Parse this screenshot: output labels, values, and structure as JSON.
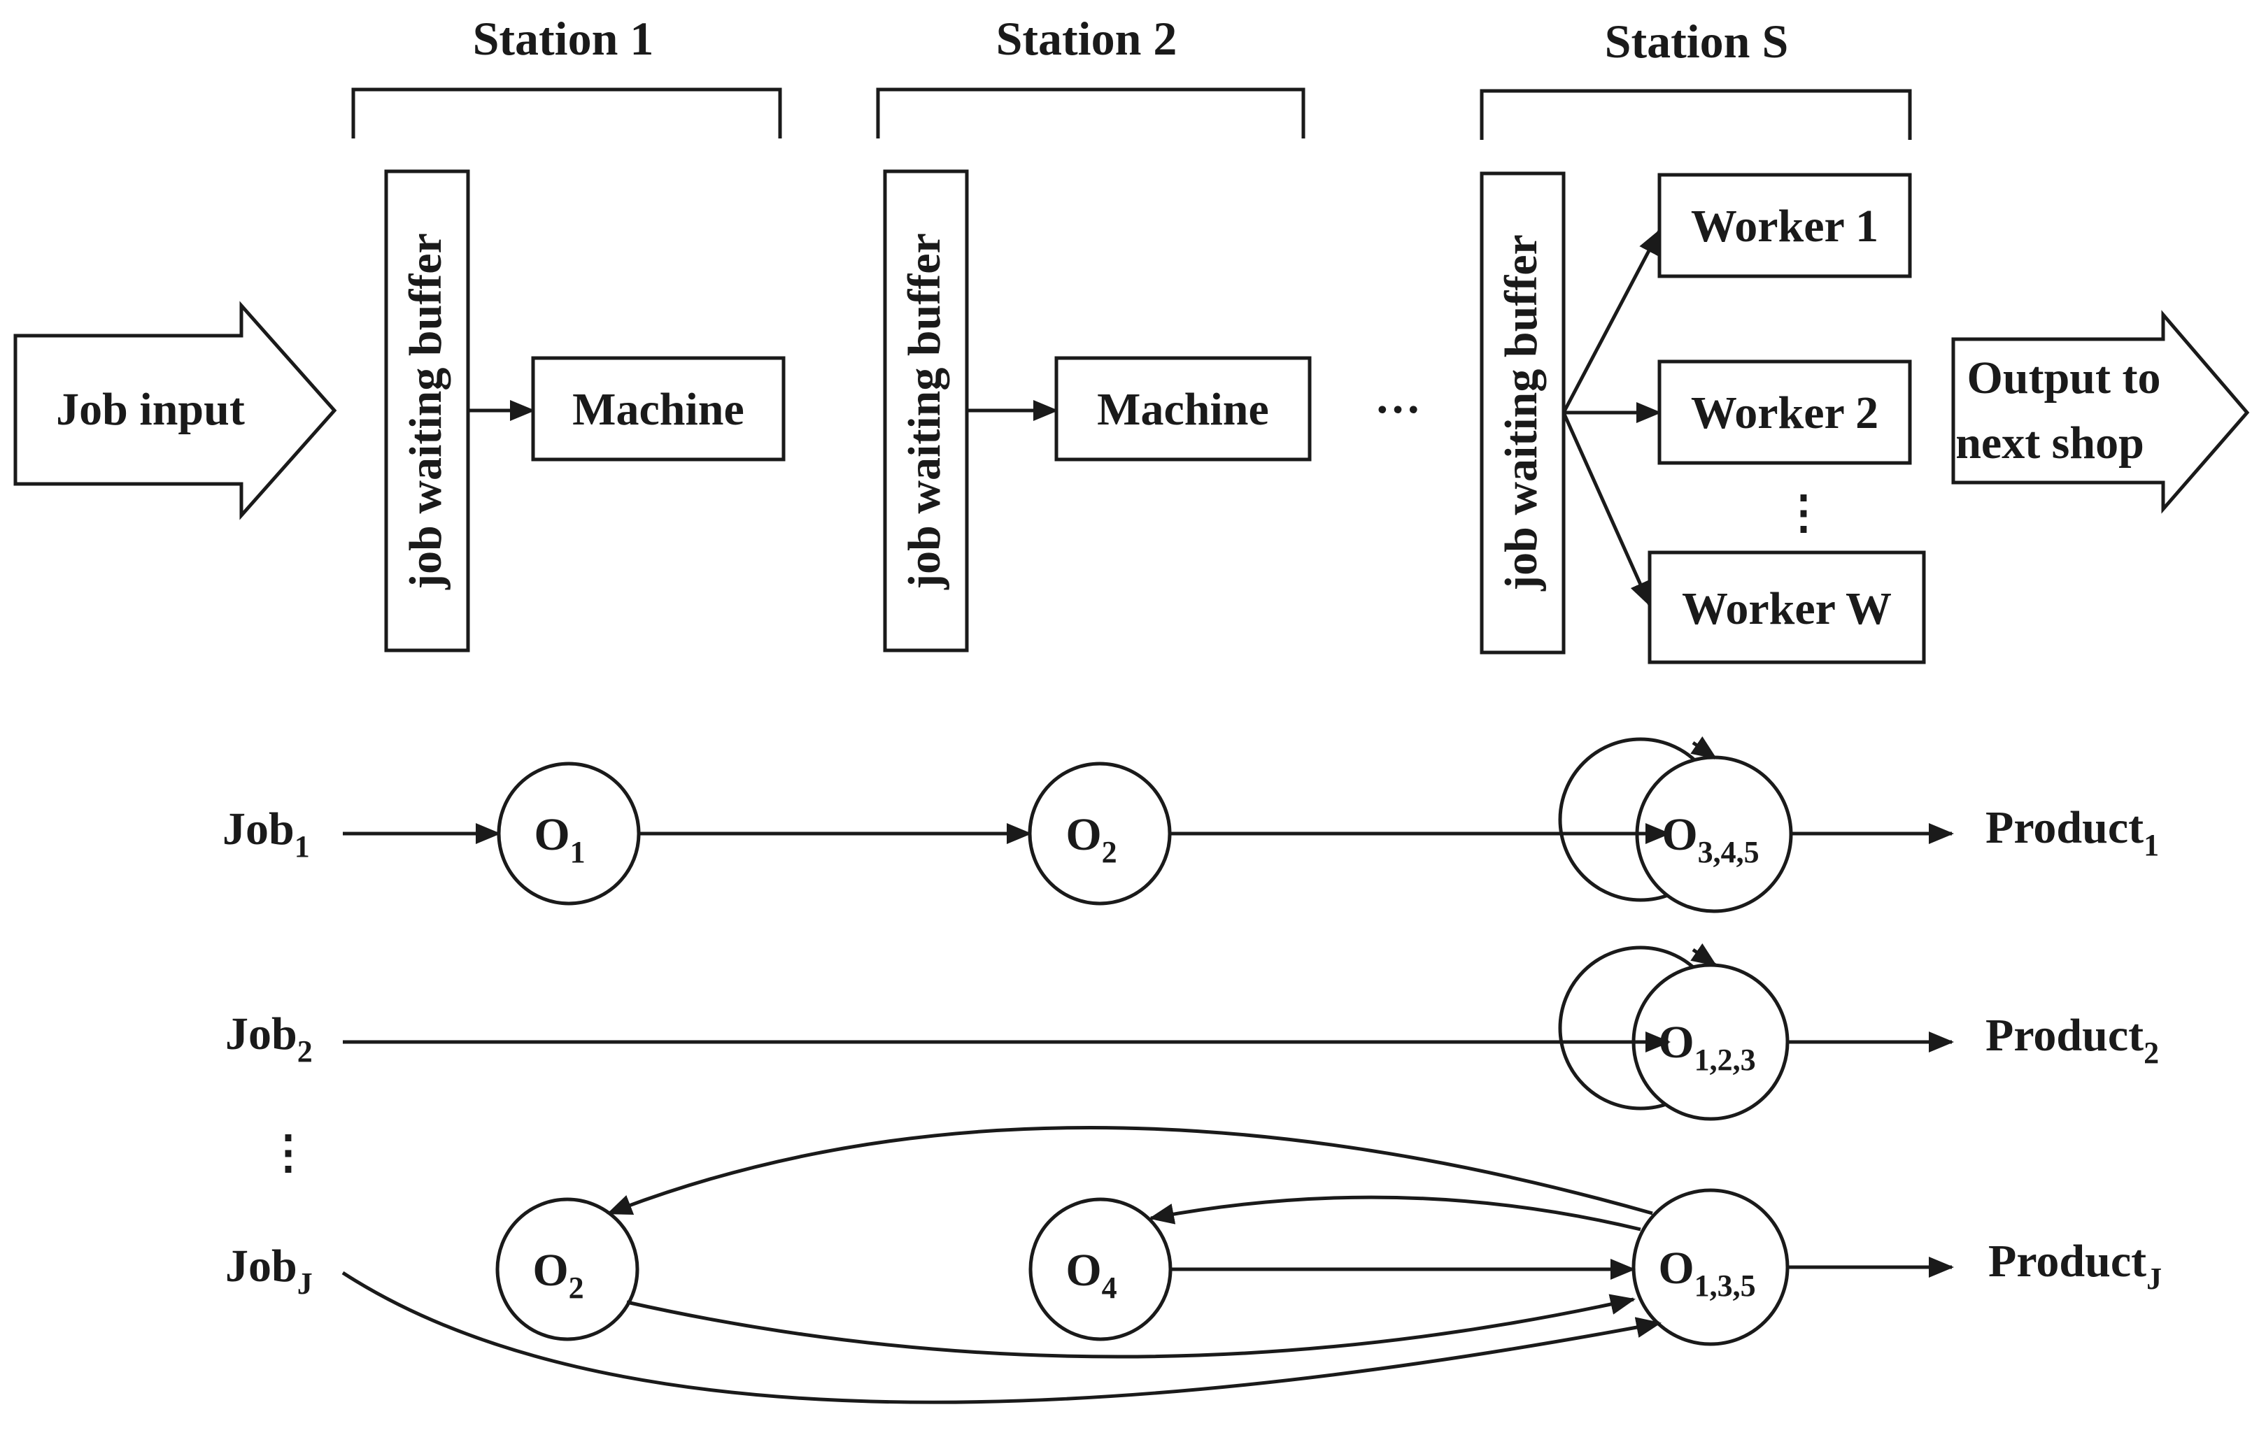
{
  "colors": {
    "ink": "#1a1a1a",
    "background": "#ffffff"
  },
  "stations": [
    {
      "title": "Station 1",
      "buffer": "job waiting buffer",
      "unit": "Machine"
    },
    {
      "title": "Station 2",
      "buffer": "job waiting buffer",
      "unit": "Machine"
    },
    {
      "title": "Station S",
      "buffer": "job waiting buffer",
      "workers": [
        "Worker 1",
        "Worker 2",
        "Worker W"
      ]
    }
  ],
  "flow": {
    "input": "Job input",
    "output_line1": "Output to",
    "output_line2": "next shop",
    "ellipsis": "…",
    "vellipsis": "⋮"
  },
  "jobs": [
    {
      "name": "Job",
      "sub": "1",
      "product": "Product",
      "product_sub": "1"
    },
    {
      "name": "Job",
      "sub": "2",
      "product": "Product",
      "product_sub": "2"
    },
    {
      "name": "Job",
      "sub": "J",
      "product": "Product",
      "product_sub": "J"
    }
  ],
  "ops": {
    "o": "O",
    "job1": [
      "1",
      "2",
      "3,4,5"
    ],
    "job2": [
      "1,2,3"
    ],
    "jobJ": [
      "2",
      "4",
      "1,3,5"
    ]
  }
}
